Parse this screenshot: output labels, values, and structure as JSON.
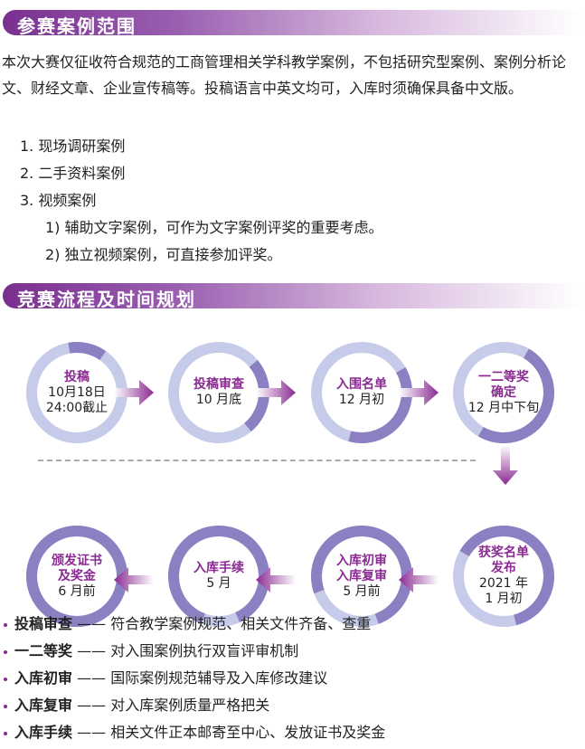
{
  "section1": {
    "title": "参赛案例范围",
    "paragraph": "本次大赛仅征收符合规范的工商管理相关学科教学案例，不包括研究型案例、案例分析论文、财经文章、企业宣传稿等。投稿语言中英文均可，入库时须确保具备中文版。",
    "items": [
      "1. 现场调研案例",
      "2. 二手资料案例",
      "3. 视频案例"
    ],
    "subitems": [
      "1) 辅助文字案例，可作为文字案例评奖的重要考虑。",
      "2) 独立视频案例，可直接参加评奖。"
    ]
  },
  "section2": {
    "title": "竞赛流程及时间规划"
  },
  "steps": [
    {
      "title": "投稿",
      "lines": [
        "10月18日",
        "24:00截止"
      ],
      "progress": 0.125
    },
    {
      "title": "投稿审查",
      "lines": [
        "10 月底"
      ],
      "progress": 0.25
    },
    {
      "title": "入围名单",
      "lines": [
        "12 月初"
      ],
      "progress": 0.375
    },
    {
      "title": "一二等奖确定",
      "lines": [
        "12 月中下旬"
      ],
      "progress": 0.5
    },
    {
      "title": "获奖名单发布",
      "lines": [
        "2021 年",
        "1 月初"
      ],
      "progress": 0.625
    },
    {
      "title": "入库初审入库复审",
      "lines": [
        "5 月前"
      ],
      "progress": 0.75
    },
    {
      "title": "入库手续",
      "lines": [
        "5 月"
      ],
      "progress": 0.875
    },
    {
      "title": "颁发证书及奖金",
      "lines": [
        "6 月前"
      ],
      "progress": 1.0
    }
  ],
  "notes": [
    {
      "term": "投稿审查",
      "desc": "—— 符合教学案例规范、相关文件齐备、查重"
    },
    {
      "term": "一二等奖",
      "desc": "—— 对入围案例执行双盲评审机制"
    },
    {
      "term": "入库初审",
      "desc": "—— 国际案例规范辅导及入库修改建议"
    },
    {
      "term": "入库复审",
      "desc": "—— 对入库案例质量严格把关"
    },
    {
      "term": "入库手续",
      "desc": "—— 相关文件正本邮寄至中心、发放证书及奖金"
    }
  ],
  "colors": {
    "ring_light": "#c6cbea",
    "ring_dark": "#8b80c2",
    "accent": "#8a2a92"
  }
}
